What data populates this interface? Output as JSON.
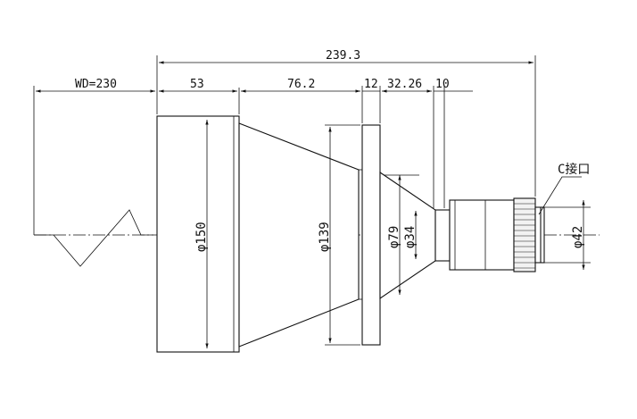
{
  "dimensions": {
    "overall_length": "239.3",
    "working_distance": "WD=230",
    "front_barrel": "53",
    "cone": "76.2",
    "flange": "12",
    "rear_section": "32.26",
    "mount_gap": "10",
    "diameter_front": "φ150",
    "diameter_cone_end": "φ139",
    "diameter_rear_outer": "φ79",
    "diameter_rear_inner": "φ34",
    "diameter_mount": "φ42"
  },
  "callouts": {
    "mount_label": "C接口"
  }
}
